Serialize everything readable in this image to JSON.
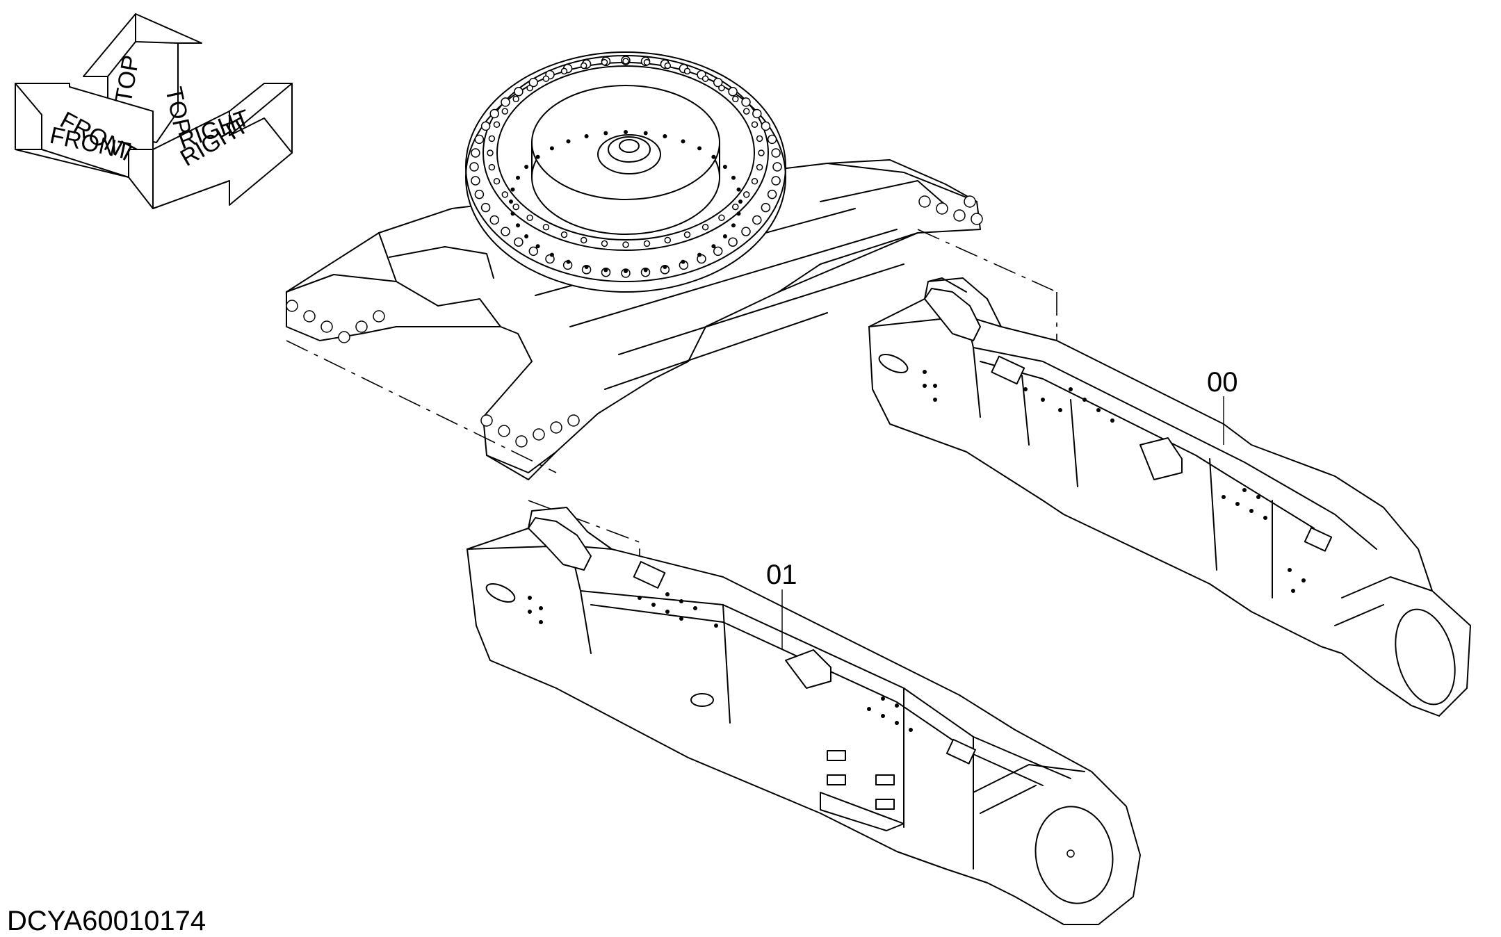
{
  "orientation": {
    "front": "FRONT",
    "top": "TOP",
    "right": "RIGHT"
  },
  "callouts": {
    "part_00": "00",
    "part_01": "01"
  },
  "drawing_code": "DCYA60010174"
}
